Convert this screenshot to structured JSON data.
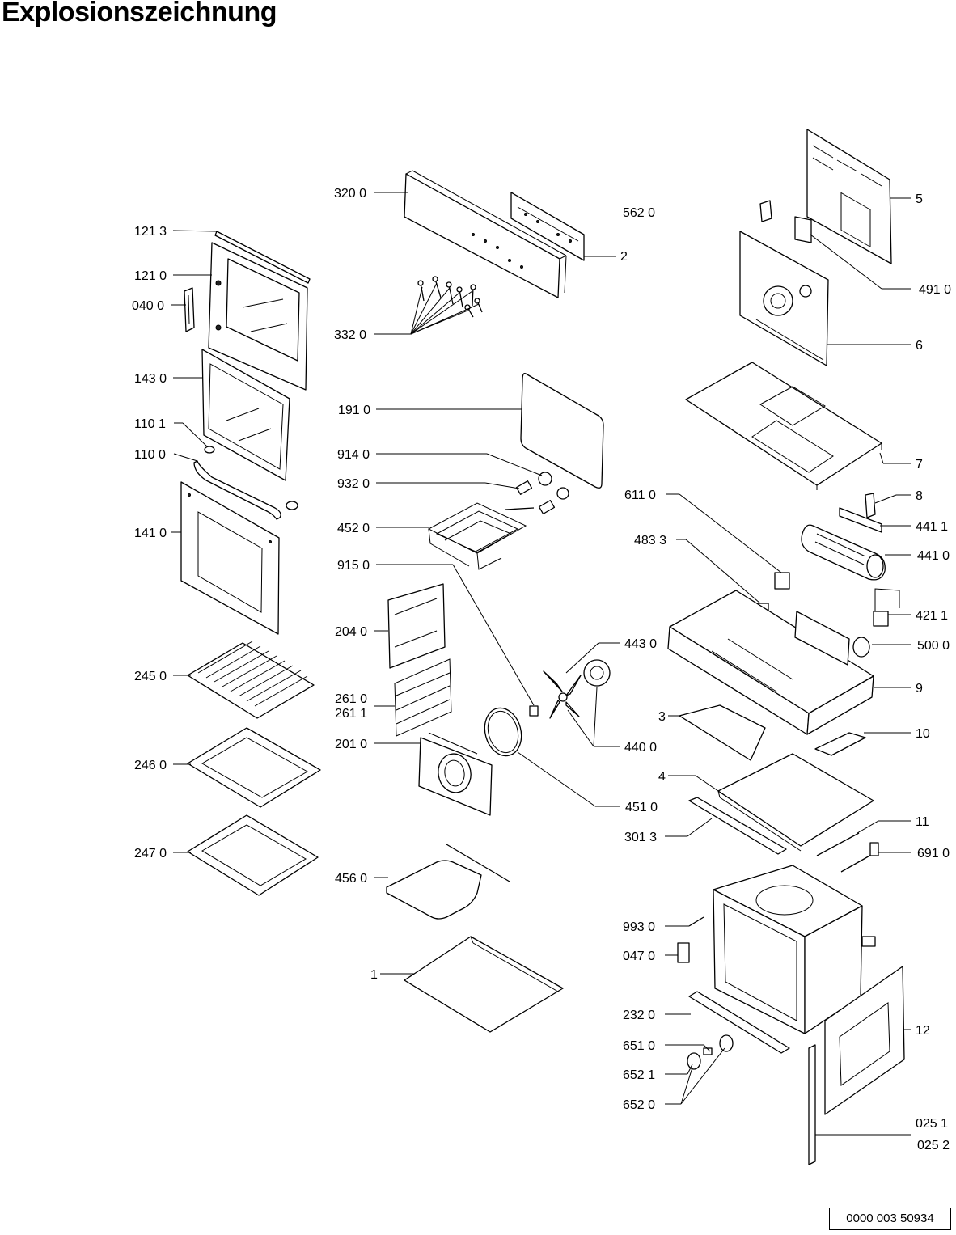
{
  "title": "Explosionszeichnung",
  "doc_number": "0000 003 50934",
  "labels": {
    "p3200": "320 0",
    "p5620": "562 0",
    "p2": "2",
    "p3320": "332 0",
    "p1213": "121 3",
    "p1210": "121 0",
    "p0400": "040 0",
    "p1430": "143 0",
    "p1101": "110 1",
    "p1100": "110 0",
    "p1410": "141 0",
    "p2450": "245 0",
    "p2460": "246 0",
    "p2470": "247 0",
    "p1910": "191 0",
    "p9140": "914 0",
    "p9320": "932 0",
    "p4520": "452 0",
    "p9150": "915 0",
    "p2040": "204 0",
    "p2610": "261 0",
    "p2611": "261 1",
    "p2010": "201 0",
    "p4560": "456 0",
    "p1": "1",
    "p4430": "443 0",
    "p4400": "440 0",
    "p4510": "451 0",
    "p5": "5",
    "p4910": "491 0",
    "p6": "6",
    "p7": "7",
    "p6110": "611 0",
    "p8": "8",
    "p4411": "441 1",
    "p4833": "483 3",
    "p4410": "441 0",
    "p4211": "421 1",
    "p5000": "500 0",
    "p9": "9",
    "p3": "3",
    "p10": "10",
    "p4": "4",
    "p3013": "301 3",
    "p11": "11",
    "p6910": "691 0",
    "p9930": "993 0",
    "p0470": "047 0",
    "p2320": "232 0",
    "p12": "12",
    "p6510": "651 0",
    "p6521": "652 1",
    "p6520": "652 0",
    "p0251": "025 1",
    "p0252": "025 2"
  }
}
